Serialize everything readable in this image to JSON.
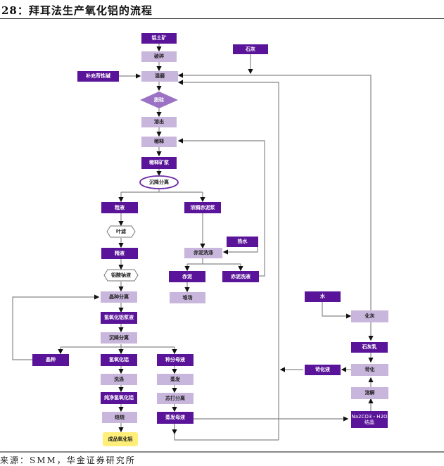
{
  "title": "28：拜耳法生产氧化铝的流程",
  "source": "来源：SMM，华金证券研究所",
  "colors": {
    "dark_node": "#5a1499",
    "light_node": "#c9b6dc",
    "product_node": "#ffef7a",
    "line": "#888888"
  },
  "nodes": {
    "bauxite": "铝土矿",
    "crushing": "破碎",
    "lime": "石灰",
    "caustic": "补充苛性碱",
    "wet_grinding": "湿磨",
    "desilication": "脱硅",
    "digestion": "溶出",
    "dilution": "稀释",
    "diluted_slurry": "稀释矿浆",
    "settling": "沉降分离",
    "crude_liquor": "粗液",
    "thick_mud": "浓稠赤泥浆",
    "leaf_filter": "叶滤",
    "hot_water": "热水",
    "pure_liquor": "精液",
    "mud_washing": "赤泥洗涤",
    "aluminate": "铝酸钠液",
    "red_mud": "赤泥",
    "mud_wash_liquor": "赤泥洗液",
    "seed_separation": "晶种分离",
    "yard": "堆场",
    "hydroxide_slurry": "氢氧化铝浆液",
    "settling2": "沉降分离",
    "seed": "晶种",
    "hydroxide": "氢氧化铝",
    "spent_liquor": "种分母液",
    "washing": "洗涤",
    "evaporation": "蒸发",
    "pure_hydroxide": "纯净氢氧化铝",
    "soda_separation": "苏打分离",
    "calcination": "焙烧",
    "evap_liquor": "蒸发母液",
    "alumina": "成品氧化铝",
    "water": "水",
    "slaking": "化灰",
    "lime_milk": "石灰乳",
    "causticized_liquor": "苛化液",
    "causticization": "苛化",
    "dissolution": "溶解",
    "soda_crystal": "Na2CO3・H2O 结晶"
  }
}
